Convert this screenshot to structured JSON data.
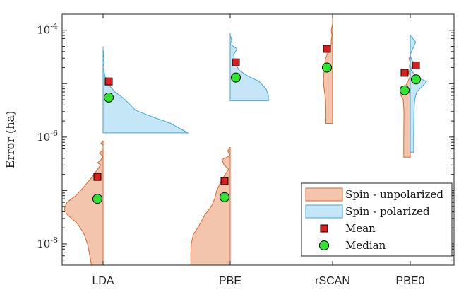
{
  "chart_data": {
    "type": "violin",
    "title": "",
    "ylabel": "Error (ha)",
    "yscale": "log",
    "ylim": [
      4e-09,
      0.0002
    ],
    "y_ticks": [
      {
        "value": 0.0001,
        "base": "10",
        "exp": "-4"
      },
      {
        "value": 1e-06,
        "base": "10",
        "exp": "-6"
      },
      {
        "value": 1e-08,
        "base": "10",
        "exp": "-8"
      }
    ],
    "categories": [
      "LDA",
      "PBE",
      "rSCAN",
      "PBE0"
    ],
    "colors": {
      "unpolarized_fill": "#f3c5ad",
      "unpolarized_edge": "#e0642a",
      "polarized_fill": "#c5e6f7",
      "polarized_edge": "#3aa7df",
      "mean": "#dd1c1c",
      "median": "#2ee62e"
    },
    "series": [
      {
        "name": "Spin - unpolarized",
        "side": "left",
        "violins": [
          {
            "category": "LDA",
            "profile": [
              [
                4e-09,
                0.3
              ],
              [
                6e-09,
                0.34
              ],
              [
                1e-08,
                0.4
              ],
              [
                1.6e-08,
                0.5
              ],
              [
                2.5e-08,
                0.68
              ],
              [
                3.5e-08,
                0.92
              ],
              [
                4.5e-08,
                1.0
              ],
              [
                6e-08,
                0.93
              ],
              [
                8e-08,
                0.7
              ],
              [
                1.2e-07,
                0.48
              ],
              [
                1.8e-07,
                0.28
              ],
              [
                2.5e-07,
                0.14
              ],
              [
                3e-07,
                0.06
              ],
              [
                3.3e-07,
                0.14
              ],
              [
                3.8e-07,
                0.05
              ],
              [
                4.4e-07,
                0.0
              ],
              [
                5e-07,
                0.1
              ],
              [
                5.8e-07,
                0.0
              ],
              [
                7e-07,
                0.0
              ],
              [
                7.6e-07,
                0.06
              ],
              [
                8.5e-07,
                0.0
              ]
            ],
            "mean": 1.8e-07,
            "median": 7e-08
          },
          {
            "category": "PBE",
            "profile": [
              [
                4e-09,
                0.96
              ],
              [
                7e-09,
                0.96
              ],
              [
                1e-08,
                0.95
              ],
              [
                1.5e-08,
                0.9
              ],
              [
                2.2e-08,
                0.76
              ],
              [
                3.5e-08,
                0.62
              ],
              [
                5e-08,
                0.46
              ],
              [
                7e-08,
                0.38
              ],
              [
                1e-07,
                0.33
              ],
              [
                1.5e-07,
                0.22
              ],
              [
                2e-07,
                0.12
              ],
              [
                2.5e-07,
                0.04
              ],
              [
                3e-07,
                0.15
              ],
              [
                3.8e-07,
                0.2
              ],
              [
                4.5e-07,
                0.0
              ],
              [
                5.5e-07,
                0.06
              ],
              [
                6.5e-07,
                0.0
              ]
            ],
            "mean": 1.5e-07,
            "median": 7.5e-08
          },
          {
            "category": "rSCAN",
            "profile": [
              [
                1.8e-06,
                0.25
              ],
              [
                3e-06,
                0.25
              ],
              [
                5e-06,
                0.26
              ],
              [
                7e-06,
                0.3
              ],
              [
                9e-06,
                0.33
              ],
              [
                1.2e-05,
                0.34
              ],
              [
                1.6e-05,
                0.32
              ],
              [
                2.2e-05,
                0.3
              ],
              [
                3e-05,
                0.26
              ],
              [
                4e-05,
                0.16
              ],
              [
                5.5e-05,
                0.05
              ],
              [
                6.5e-05,
                0.05
              ],
              [
                8e-05,
                0.02
              ],
              [
                0.0001,
                0.05
              ],
              [
                0.00013,
                0.0
              ],
              [
                0.0002,
                0.0
              ]
            ],
            "mean": 4.5e-05,
            "median": 2e-05
          },
          {
            "category": "PBE0",
            "profile": [
              [
                4.2e-07,
                0.28
              ],
              [
                1e-06,
                0.28
              ],
              [
                3e-06,
                0.27
              ],
              [
                5e-06,
                0.3
              ],
              [
                6.5e-06,
                0.44
              ],
              [
                7.5e-06,
                0.36
              ],
              [
                9e-06,
                0.2
              ],
              [
                1.1e-05,
                0.1
              ],
              [
                1.4e-05,
                0.0
              ],
              [
                1.6e-05,
                0.08
              ],
              [
                1.9e-05,
                0.0
              ],
              [
                2.1e-05,
                0.04
              ],
              [
                2.5e-05,
                0.0
              ],
              [
                2.9e-05,
                0.05
              ],
              [
                3.5e-05,
                0.0
              ]
            ],
            "mean": 1.6e-05,
            "median": 7.5e-06
          }
        ]
      },
      {
        "name": "Spin - polarized",
        "side": "right",
        "violins": [
          {
            "category": "LDA",
            "profile": [
              [
                1.2e-06,
                1.0
              ],
              [
                1.8e-06,
                0.8
              ],
              [
                2.5e-06,
                0.55
              ],
              [
                3.2e-06,
                0.38
              ],
              [
                4.2e-06,
                0.31
              ],
              [
                5.5e-06,
                0.23
              ],
              [
                7e-06,
                0.14
              ],
              [
                9e-06,
                0.08
              ],
              [
                1.2e-05,
                0.03
              ],
              [
                1.6e-05,
                0.015
              ],
              [
                2e-05,
                0.0
              ],
              [
                2.5e-05,
                0.015
              ],
              [
                3e-05,
                0.0
              ],
              [
                3.6e-05,
                0.012
              ],
              [
                4.2e-05,
                0.0
              ],
              [
                5e-05,
                0.0
              ]
            ],
            "mean": 1.1e-05,
            "median": 5.5e-06
          },
          {
            "category": "PBE",
            "profile": [
              [
                4.8e-06,
                0.66
              ],
              [
                6e-06,
                0.66
              ],
              [
                8e-06,
                0.62
              ],
              [
                1.1e-05,
                0.5
              ],
              [
                1.4e-05,
                0.3
              ],
              [
                1.8e-05,
                0.15
              ],
              [
                2.5e-05,
                0.08
              ],
              [
                3.5e-05,
                0.06
              ],
              [
                4.5e-05,
                0.12
              ],
              [
                5.5e-05,
                0.0
              ],
              [
                6.5e-05,
                0.03
              ],
              [
                8e-05,
                0.0
              ],
              [
                9e-05,
                0.0
              ]
            ],
            "mean": 2.5e-05,
            "median": 1.3e-05
          },
          {
            "category": "PBE0",
            "profile": [
              [
                5.2e-07,
                0.14
              ],
              [
                1e-06,
                0.14
              ],
              [
                3e-06,
                0.15
              ],
              [
                5e-06,
                0.18
              ],
              [
                7e-06,
                0.26
              ],
              [
                9e-06,
                0.5
              ],
              [
                1.1e-05,
                0.66
              ],
              [
                1.3e-05,
                0.3
              ],
              [
                1.6e-05,
                0.12
              ],
              [
                1.9e-05,
                0.0
              ],
              [
                2.3e-05,
                0.2
              ],
              [
                2.8e-05,
                0.05
              ],
              [
                3.5e-05,
                0.0
              ],
              [
                4.5e-05,
                0.1
              ],
              [
                6e-05,
                0.22
              ],
              [
                8e-05,
                0.0
              ]
            ],
            "mean": 2.2e-05,
            "median": 1.2e-05
          }
        ]
      }
    ],
    "legend": {
      "position": "lower-right",
      "entries": [
        {
          "label": "Spin - unpolarized",
          "kind": "patch-unpolarized"
        },
        {
          "label": "Spin - polarized",
          "kind": "patch-polarized"
        },
        {
          "label": "Mean",
          "kind": "square"
        },
        {
          "label": "Median",
          "kind": "circle"
        }
      ]
    },
    "grid": false
  }
}
